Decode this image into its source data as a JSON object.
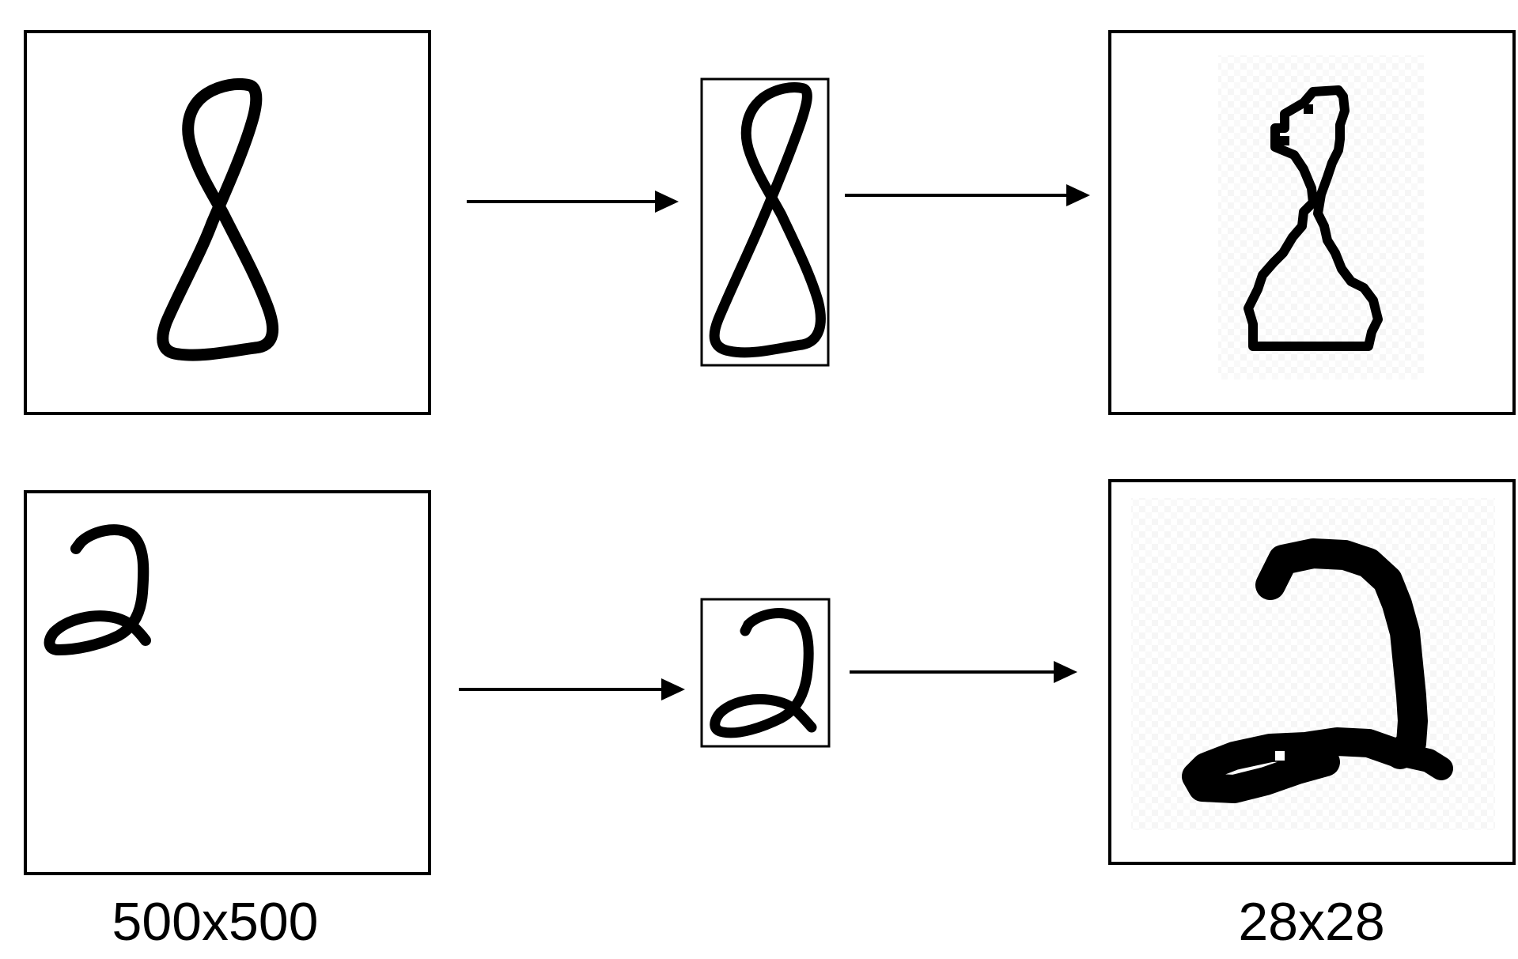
{
  "captions": {
    "input_size": "500x500",
    "output_size": "28x28"
  },
  "rows": [
    {
      "digit": "8",
      "stages": [
        "input-canvas",
        "bounding-box-crop",
        "downscaled-output"
      ]
    },
    {
      "digit": "2",
      "stages": [
        "input-canvas",
        "bounding-box-crop",
        "downscaled-output"
      ]
    }
  ],
  "colors": {
    "ink": "#000000",
    "background": "#ffffff",
    "pixel_noise": "#f2f2f2"
  }
}
